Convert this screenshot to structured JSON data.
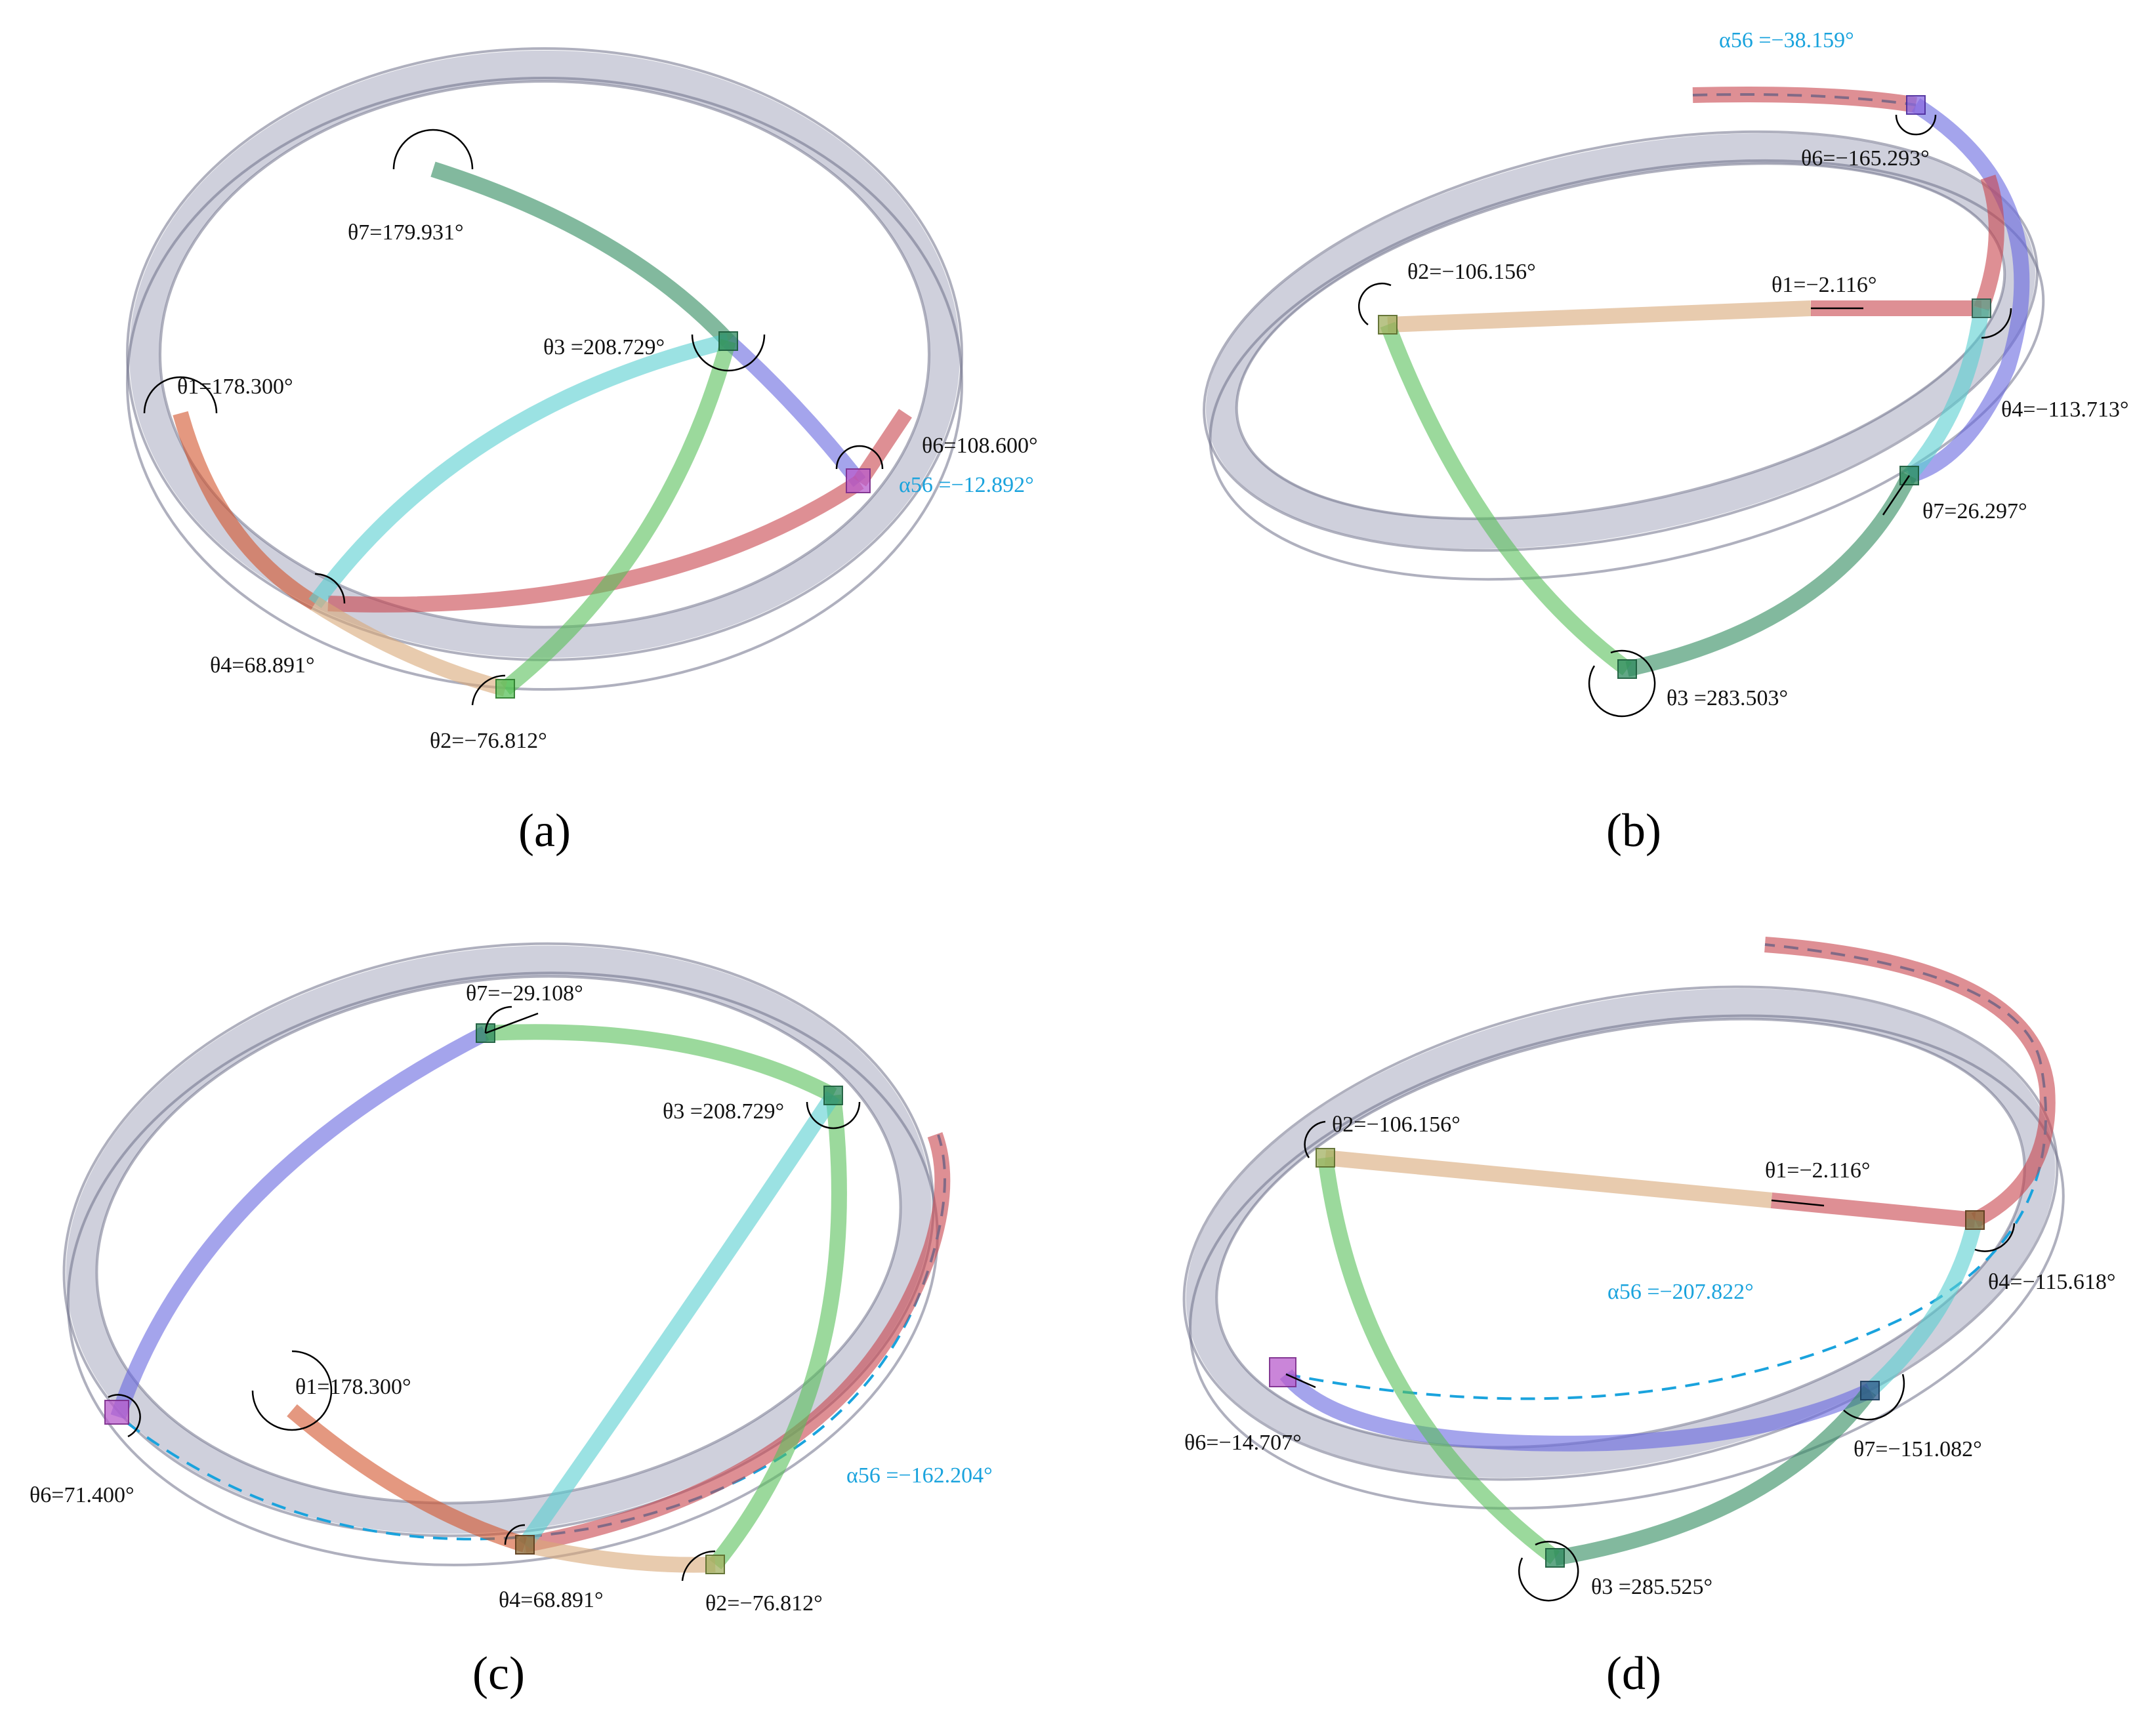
{
  "colors": {
    "ring": "#a7a9c0",
    "link_orange_red": "#d2542c",
    "link_tan": "#d8a878",
    "link_red": "#c8444c",
    "link_green": "#58c05a",
    "link_dark_green": "#2e8a5e",
    "link_cyan": "#58cfd0",
    "link_blue": "#6868e0",
    "annotation_blue": "#1aa3dd"
  },
  "panels": [
    {
      "caption": "(a)",
      "labels": {
        "theta7": "θ7=179.931°",
        "theta3": "θ3 =208.729°",
        "theta1": "θ1=178.300°",
        "theta6": "θ6=108.600°",
        "alpha56": "α56 =−12.892°",
        "theta4": "θ4=68.891°",
        "theta2": "θ2=−76.812°"
      }
    },
    {
      "caption": "(b)",
      "labels": {
        "alpha56": "α56 =−38.159°",
        "theta6": "θ6=−165.293°",
        "theta2": "θ2=−106.156°",
        "theta1": "θ1=−2.116°",
        "theta4": "θ4=−113.713°",
        "theta7": "θ7=26.297°",
        "theta3": "θ3 =283.503°"
      }
    },
    {
      "caption": "(c)",
      "labels": {
        "theta7": "θ7=−29.108°",
        "theta3": "θ3 =208.729°",
        "theta1": "θ1=178.300°",
        "theta6": "θ6=71.400°",
        "alpha56": "α56 =−162.204°",
        "theta4": "θ4=68.891°",
        "theta2": "θ2=−76.812°"
      }
    },
    {
      "caption": "(d)",
      "labels": {
        "theta2": "θ2=−106.156°",
        "theta1": "θ1=−2.116°",
        "theta4": "θ4=−115.618°",
        "alpha56": "α56 =−207.822°",
        "theta6": "θ6=−14.707°",
        "theta7": "θ7=−151.082°",
        "theta3": "θ3 =285.525°"
      }
    }
  ]
}
